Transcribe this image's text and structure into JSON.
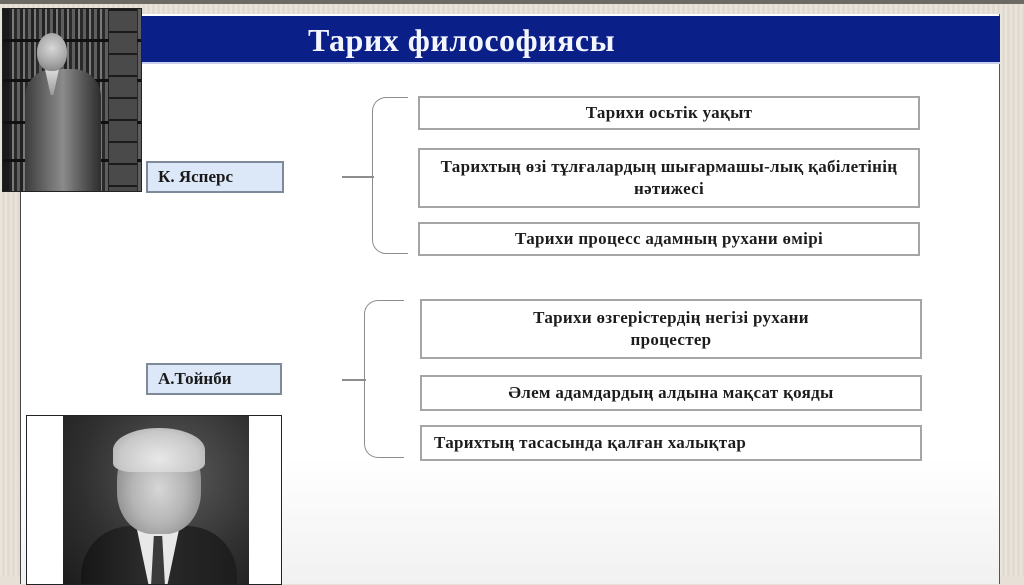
{
  "slide": {
    "title": "Тарих философиясы",
    "colors": {
      "title_bar": "#0a1f87",
      "title_text": "#f4f6ff",
      "label_fill": "#dce8f8",
      "label_border": "#7e8a99",
      "item_border": "#a5a5a5",
      "background": "#e6e0d6"
    },
    "philosophers": [
      {
        "name": "К. Ясперс",
        "photo": "portrait-photo-jaspers",
        "points": [
          "Тарихи осьтік уақыт",
          "Тарихтың өзі тұлғалардың шығармашы-лық қабілетінің нәтижесі",
          "Тарихи процесс адамның рухани өмірі"
        ]
      },
      {
        "name": "А.Тойнби",
        "photo": "portrait-photo-toynbee",
        "points": [
          "Тарихи өзгерістердің негізі рухани процестер",
          "Әлем адамдардың алдына мақсат қояды",
          "Тарихтың тасасында қалған халықтар"
        ]
      }
    ]
  }
}
